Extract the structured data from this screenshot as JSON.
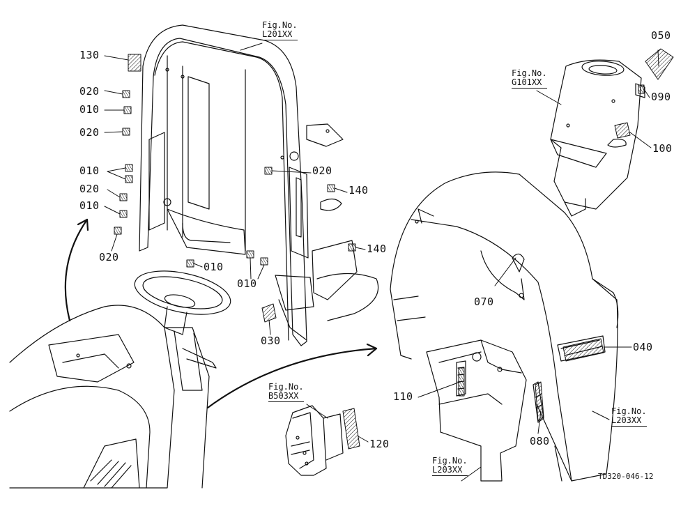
{
  "figure_refs": [
    {
      "id": "fig_top",
      "caption": "Fig.No.",
      "number": "L201XX"
    },
    {
      "id": "fig_g101",
      "caption": "Fig.No.",
      "number": "G101XX"
    },
    {
      "id": "fig_b503",
      "caption": "Fig.No.",
      "number": "B503XX"
    },
    {
      "id": "fig_l203_inner",
      "caption": "Fig.No.",
      "number": "L203XX"
    },
    {
      "id": "fig_l203_outer",
      "caption": "Fig.No.",
      "number": "L203XX"
    }
  ],
  "part_labels": [
    "130",
    "020",
    "010",
    "020",
    "010",
    "020",
    "010",
    "020",
    "020",
    "140",
    "140",
    "010",
    "010",
    "030",
    "050",
    "090",
    "100",
    "070",
    "040",
    "110",
    "120",
    "080"
  ],
  "drawing_ref": "TD320-046-12"
}
